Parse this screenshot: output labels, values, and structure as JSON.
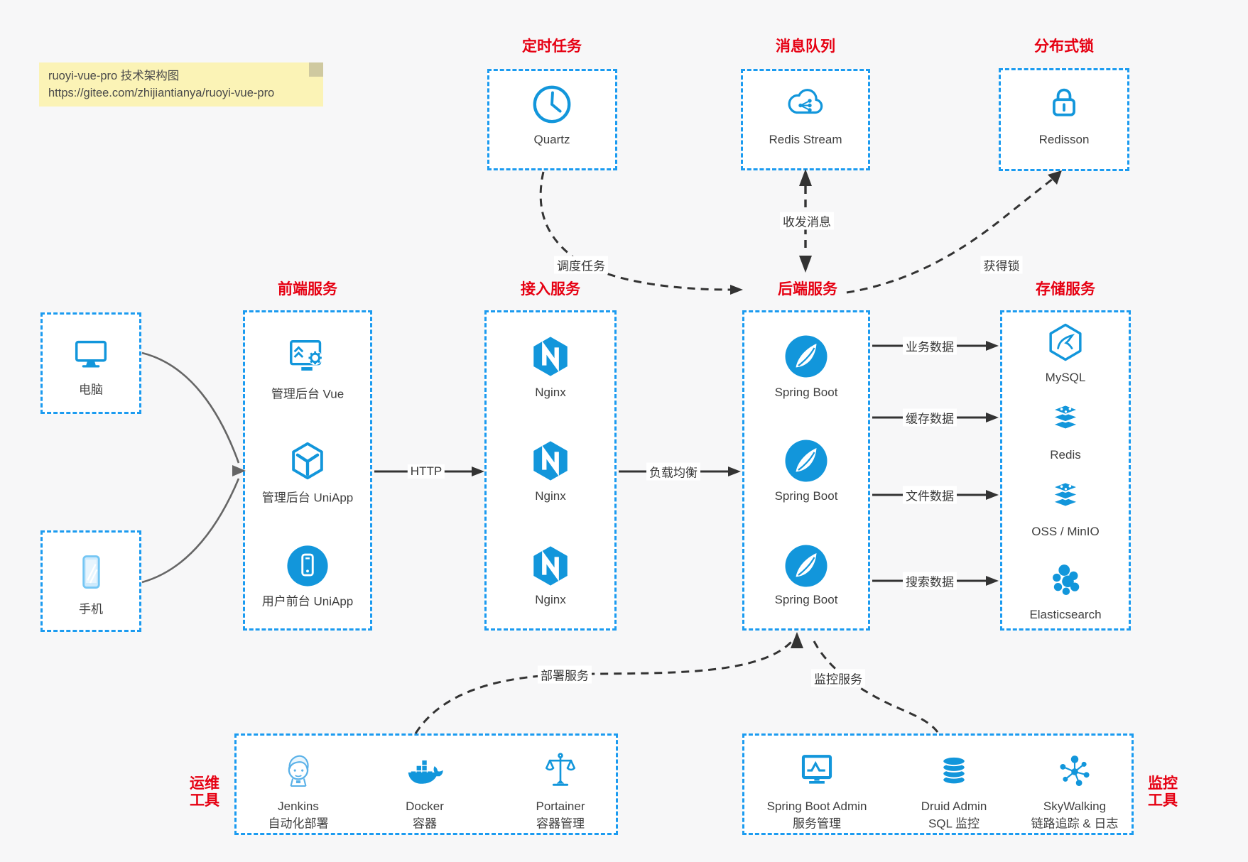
{
  "colors": {
    "box_border_blue": "#1b9bf0",
    "icon_blue": "#1296db",
    "title_red": "#e60012",
    "arrow_dark": "#333333",
    "client_arrow_gray": "#666666",
    "note_bg": "#fbf3b6"
  },
  "note": {
    "line1": "ruoyi-vue-pro 技术架构图",
    "line2": "https://gitee.com/zhijiantianya/ruoyi-vue-pro"
  },
  "clients": {
    "pc": "电脑",
    "phone": "手机"
  },
  "scheduler": {
    "title": "定时任务",
    "item": "Quartz"
  },
  "mq": {
    "title": "消息队列",
    "item": "Redis Stream"
  },
  "lock": {
    "title": "分布式锁",
    "item": "Redisson"
  },
  "frontend": {
    "title": "前端服务",
    "items": [
      {
        "label": "管理后台 Vue",
        "icon": "admin-vue-icon"
      },
      {
        "label": "管理后台 UniApp",
        "icon": "uniapp-cube-icon"
      },
      {
        "label": "用户前台 UniApp",
        "icon": "user-app-icon"
      }
    ]
  },
  "gateway": {
    "title": "接入服务",
    "items": [
      {
        "label": "Nginx",
        "icon": "nginx-icon"
      },
      {
        "label": "Nginx",
        "icon": "nginx-icon"
      },
      {
        "label": "Nginx",
        "icon": "nginx-icon"
      }
    ]
  },
  "backend": {
    "title": "后端服务",
    "items": [
      {
        "label": "Spring Boot",
        "icon": "spring-icon"
      },
      {
        "label": "Spring Boot",
        "icon": "spring-icon"
      },
      {
        "label": "Spring Boot",
        "icon": "spring-icon"
      }
    ]
  },
  "storage": {
    "title": "存储服务",
    "items": [
      {
        "label": "MySQL",
        "icon": "mysql-icon"
      },
      {
        "label": "Redis",
        "icon": "redis-stack-icon"
      },
      {
        "label": "OSS / MinIO",
        "icon": "oss-stack-icon"
      },
      {
        "label": "Elasticsearch",
        "icon": "elasticsearch-icon"
      }
    ]
  },
  "ops": {
    "title_lines": [
      "运维",
      "工具"
    ],
    "items": [
      {
        "label": "Jenkins",
        "sublabel": "自动化部署",
        "icon": "jenkins-icon"
      },
      {
        "label": "Docker",
        "sublabel": "容器",
        "icon": "docker-icon"
      },
      {
        "label": "Portainer",
        "sublabel": "容器管理",
        "icon": "portainer-icon"
      }
    ]
  },
  "monitor": {
    "title_lines": [
      "监控",
      "工具"
    ],
    "items": [
      {
        "label": "Spring Boot Admin",
        "sublabel": "服务管理",
        "icon": "monitor-chart-icon"
      },
      {
        "label": "Druid Admin",
        "sublabel": "SQL 监控",
        "icon": "database-icon"
      },
      {
        "label": "SkyWalking",
        "sublabel": "链路追踪 & 日志",
        "icon": "topology-icon"
      }
    ]
  },
  "edges": {
    "http": "HTTP",
    "load_balance": "负载均衡",
    "schedule": "调度任务",
    "message": "收发消息",
    "acquire_lock": "获得锁",
    "biz_data": "业务数据",
    "cache_data": "缓存数据",
    "file_data": "文件数据",
    "search_data": "搜索数据",
    "deploy": "部署服务",
    "monitoring": "监控服务"
  }
}
